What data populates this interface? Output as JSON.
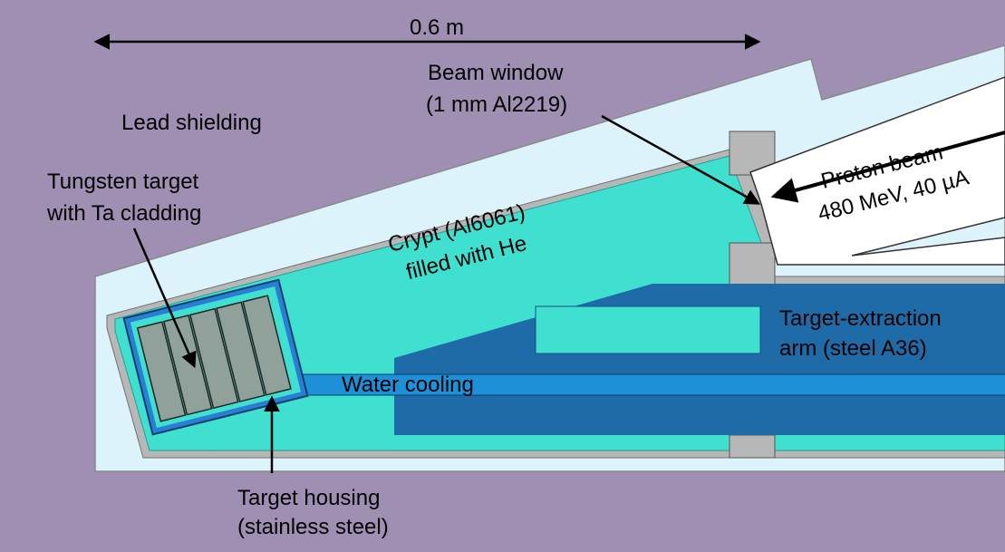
{
  "colors": {
    "background": "#9e8fb3",
    "shielding": "#ddf3fb",
    "steel_gray": "#b7b7b7",
    "crypt": "#40e0d0",
    "beam_window": "#ffffff",
    "extraction_arm": "#1f6ba8",
    "water": "#1e90d8",
    "target": "#8fa19a",
    "housing_outline": "#2a7fd4",
    "ink": "#000000"
  },
  "scale": {
    "label": "0.6 m"
  },
  "labels": {
    "lead_shielding": "Lead shielding",
    "tungsten_line1": "Tungsten target",
    "tungsten_line2": "with Ta cladding",
    "beam_window_line1": "Beam window",
    "beam_window_line2": "(1 mm Al2219)",
    "crypt_line1": "Crypt (Al6061)",
    "crypt_line2": "filled with He",
    "proton_line1": "Proton beam",
    "proton_line2": "480 MeV, 40 µA",
    "extraction_line1": "Target-extraction",
    "extraction_line2": "arm (steel A36)",
    "water_cooling": "Water cooling",
    "housing_line1": "Target housing",
    "housing_line2": "(stainless steel)"
  }
}
